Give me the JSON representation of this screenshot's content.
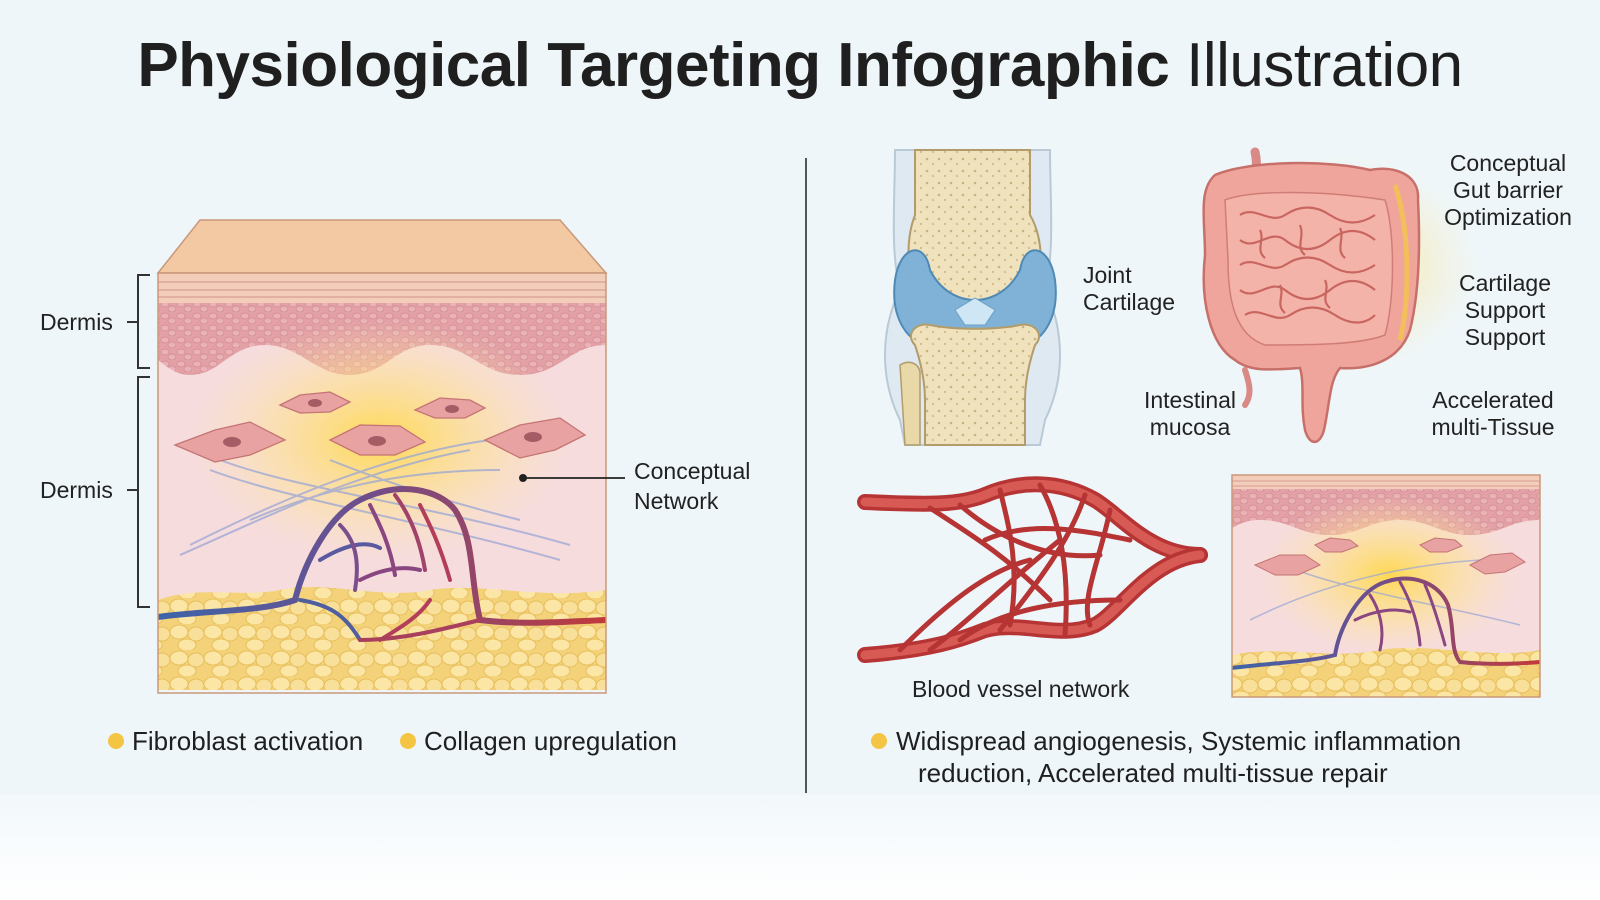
{
  "title": {
    "bold": "Physiological Targeting Infographic",
    "light": "Illustration"
  },
  "left_panel": {
    "labels": {
      "dermis_top": "Dermis",
      "dermis_bottom": "Dermis",
      "network": [
        "Conceptual",
        "Network"
      ]
    },
    "bullets": [
      "Fibroblast activation",
      "Collagen upregulation"
    ]
  },
  "right_panel": {
    "labels": {
      "joint": [
        "Joint",
        "Cartilage"
      ],
      "gut_barrier": [
        "Conceptual",
        "Gut barrier",
        "Optimization"
      ],
      "cartilage_support": [
        "Cartilage",
        "Support",
        "Support"
      ],
      "intestinal": [
        "Intestinal",
        "mucosa"
      ],
      "accelerated": [
        "Accelerated",
        "multi-Tissue"
      ],
      "blood_vessel": "Blood vessel network"
    },
    "bullets": [
      "Widispread angiogenesis, Systemic inflammation",
      "reduction, Accelerated multi-tissue repair"
    ]
  },
  "colors": {
    "bullet": "#f4c542",
    "artery": "#c23a3a",
    "vein": "#3d64a8",
    "fat": "#f6dc8a",
    "dermis": "#e9a8ad",
    "cartilage": "#7fb2d6"
  }
}
